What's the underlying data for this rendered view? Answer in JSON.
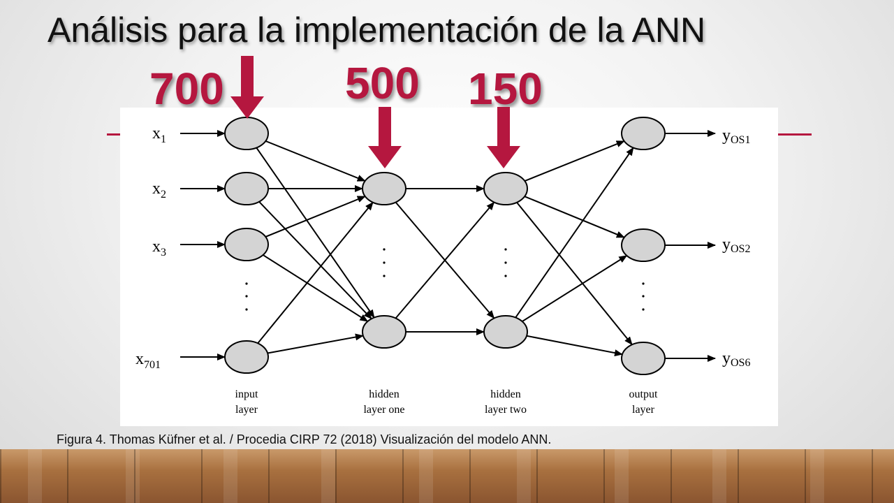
{
  "slide": {
    "title": "Análisis para la implementación de la ANN",
    "counts": [
      "700",
      "500",
      "150"
    ],
    "caption": "Figura 4. Thomas Küfner et al. / Procedia CIRP 72 (2018) Visualización del  modelo ANN.",
    "accent_color": "#b5173f"
  },
  "diagram": {
    "inputs": [
      {
        "base": "x",
        "sub": "1"
      },
      {
        "base": "x",
        "sub": "2"
      },
      {
        "base": "x",
        "sub": "3"
      },
      {
        "base": "x",
        "sub": "701"
      }
    ],
    "outputs": [
      {
        "base": "y",
        "sub": "OS1"
      },
      {
        "base": "y",
        "sub": "OS2"
      },
      {
        "base": "y",
        "sub": "OS6"
      }
    ],
    "layer_labels": [
      [
        "input",
        "layer"
      ],
      [
        "hidden",
        "layer one"
      ],
      [
        "hidden",
        "layer two"
      ],
      [
        "output",
        "layer"
      ]
    ],
    "ellipsis": "·"
  }
}
